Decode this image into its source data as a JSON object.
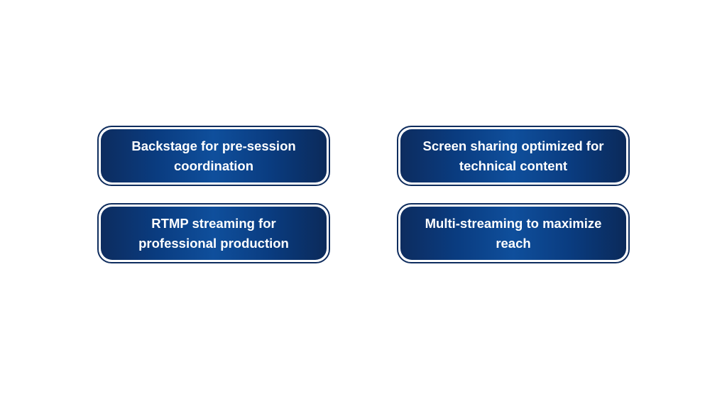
{
  "colors": {
    "border": "#0f2d5e",
    "gradient_edge": "#0d2c5f",
    "gradient_center": "#0f4f9c",
    "text": "#ffffff",
    "background": "#ffffff"
  },
  "cards": [
    {
      "label": "Backstage for pre-session coordination"
    },
    {
      "label": "Screen sharing optimized for technical content"
    },
    {
      "label": "RTMP streaming for professional production"
    },
    {
      "label": "Multi-streaming to maximize reach"
    }
  ]
}
